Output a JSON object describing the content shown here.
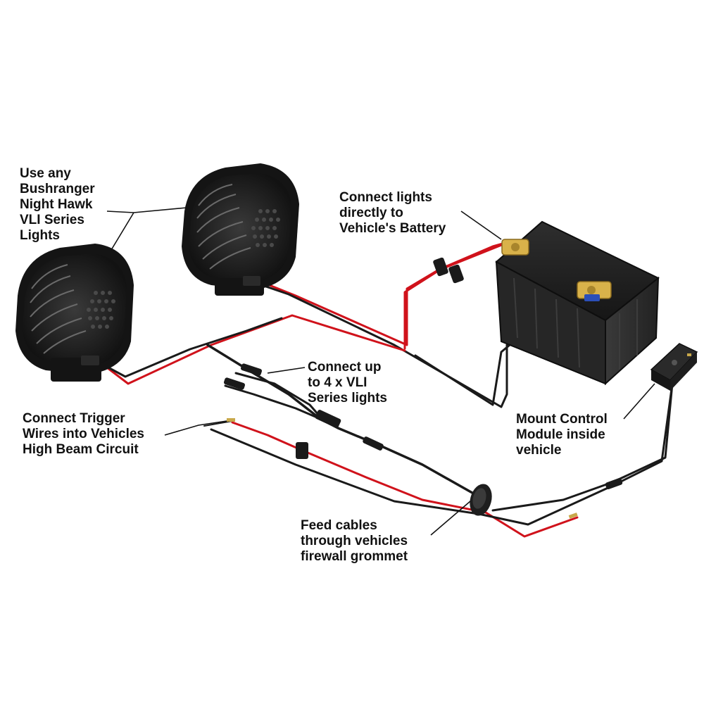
{
  "callouts": {
    "lights": [
      "Use any",
      "Bushranger",
      "Night Hawk",
      "VLI Series",
      "Lights"
    ],
    "battery": [
      "Connect lights",
      "directly to",
      "Vehicle's Battery"
    ],
    "up_to": [
      "Connect up",
      "to 4 x VLI",
      "Series lights"
    ],
    "trigger": [
      "Connect Trigger",
      "Wires into Vehicles",
      "High Beam Circuit"
    ],
    "module": [
      "Mount Control",
      "Module inside",
      "vehicle"
    ],
    "firewall": [
      "Feed cables",
      "through vehicles",
      "firewall grommet"
    ]
  },
  "colors": {
    "positive_wire": "#d0121b",
    "negative_wire": "#1a1a1a",
    "housing": "#1c1c1c",
    "terminal_brass": "#d9b24a"
  },
  "icons": {
    "light": "driving-light-icon",
    "battery": "battery-icon",
    "module": "control-module-icon",
    "grommet": "firewall-grommet-icon",
    "fuse": "inline-fuse-icon"
  }
}
